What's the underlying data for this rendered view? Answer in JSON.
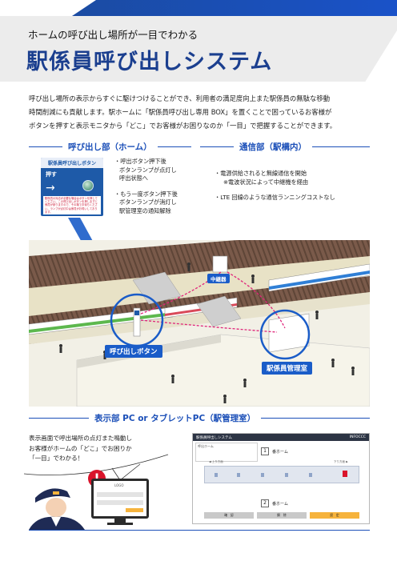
{
  "header": {
    "subtitle": "ホームの呼び出し場所が一目でわかる",
    "title": "駅係員呼び出しシステム"
  },
  "intro": {
    "line1": "呼び出し場所の表示からすぐに駆けつけることができ、利用者の満足度向上また駅係員の無駄な移動",
    "line2": "時間削減にも貢献します。駅ホームに「駅係員呼び出し専用 BOX」を置くことで困っているお客様が",
    "line3": "ボタンを押すと表示モニタから「どこ」でお客様がお困りなのか「一目」で把握することができます。"
  },
  "section_call": {
    "heading": "呼び出し部（ホーム）",
    "panel_title": "駅係員呼び出しボタン",
    "panel_label": "押す",
    "panel_warning": "駅係員の対応が必要な場合はボタンを押してください。この呼び出しボタンを押しますと係員が参りますので、その場でお待ちください。ランプが点灯中は係員がお伺いしております。",
    "note1_a": "・呼出ボタン押下後",
    "note1_b": "ボタンランプが点灯し",
    "note1_c": "呼出状態へ",
    "note2_a": "・もう一度ボタン押下後",
    "note2_b": "ボタンランプが消灯し",
    "note2_c": "駅管理室の通知解除"
  },
  "section_comm": {
    "heading": "通信部（駅構内）",
    "note1_a": "・電源供給されると無線通信を開始",
    "note1_b": "※電波状況によって中継機を経由",
    "note2": "・LTE 回線のような通信ランニングコストなし"
  },
  "scene": {
    "relay_label": "中継器",
    "button_label": "呼び出しボタン",
    "office_label": "駅係員管理室"
  },
  "section_display": {
    "heading": "表示部 PC or タブレットPC（駅管理室）",
    "speech_1": "表示画面で呼出場所の点灯また鳴動し",
    "speech_2": "お客様がホームの「どこ」でお困りか",
    "speech_3": "「一目」でわかる！",
    "alert_mark": "!",
    "screen_title": "駅係員呼出しシステム",
    "screen_brand": "INFOCCC",
    "screen_subtitle": "呼出ホーム",
    "platform_1_num": "1",
    "platform_1_label": "番ホーム",
    "platform_2_num": "2",
    "platform_2_label": "番ホーム",
    "dir_left": "◀ 上り方面",
    "dir_right": "下り方面 ▶",
    "btn_1": "確　認",
    "btn_2": "解　除",
    "btn_3": "設　定",
    "monitor_logo": "LOGO"
  },
  "colors": {
    "brand_blue": "#1b4fb8",
    "title_blue": "#1b3f8f",
    "call_red": "#d9142b",
    "rail_green": "#5db84e",
    "accent_orange": "#f6b33c"
  }
}
